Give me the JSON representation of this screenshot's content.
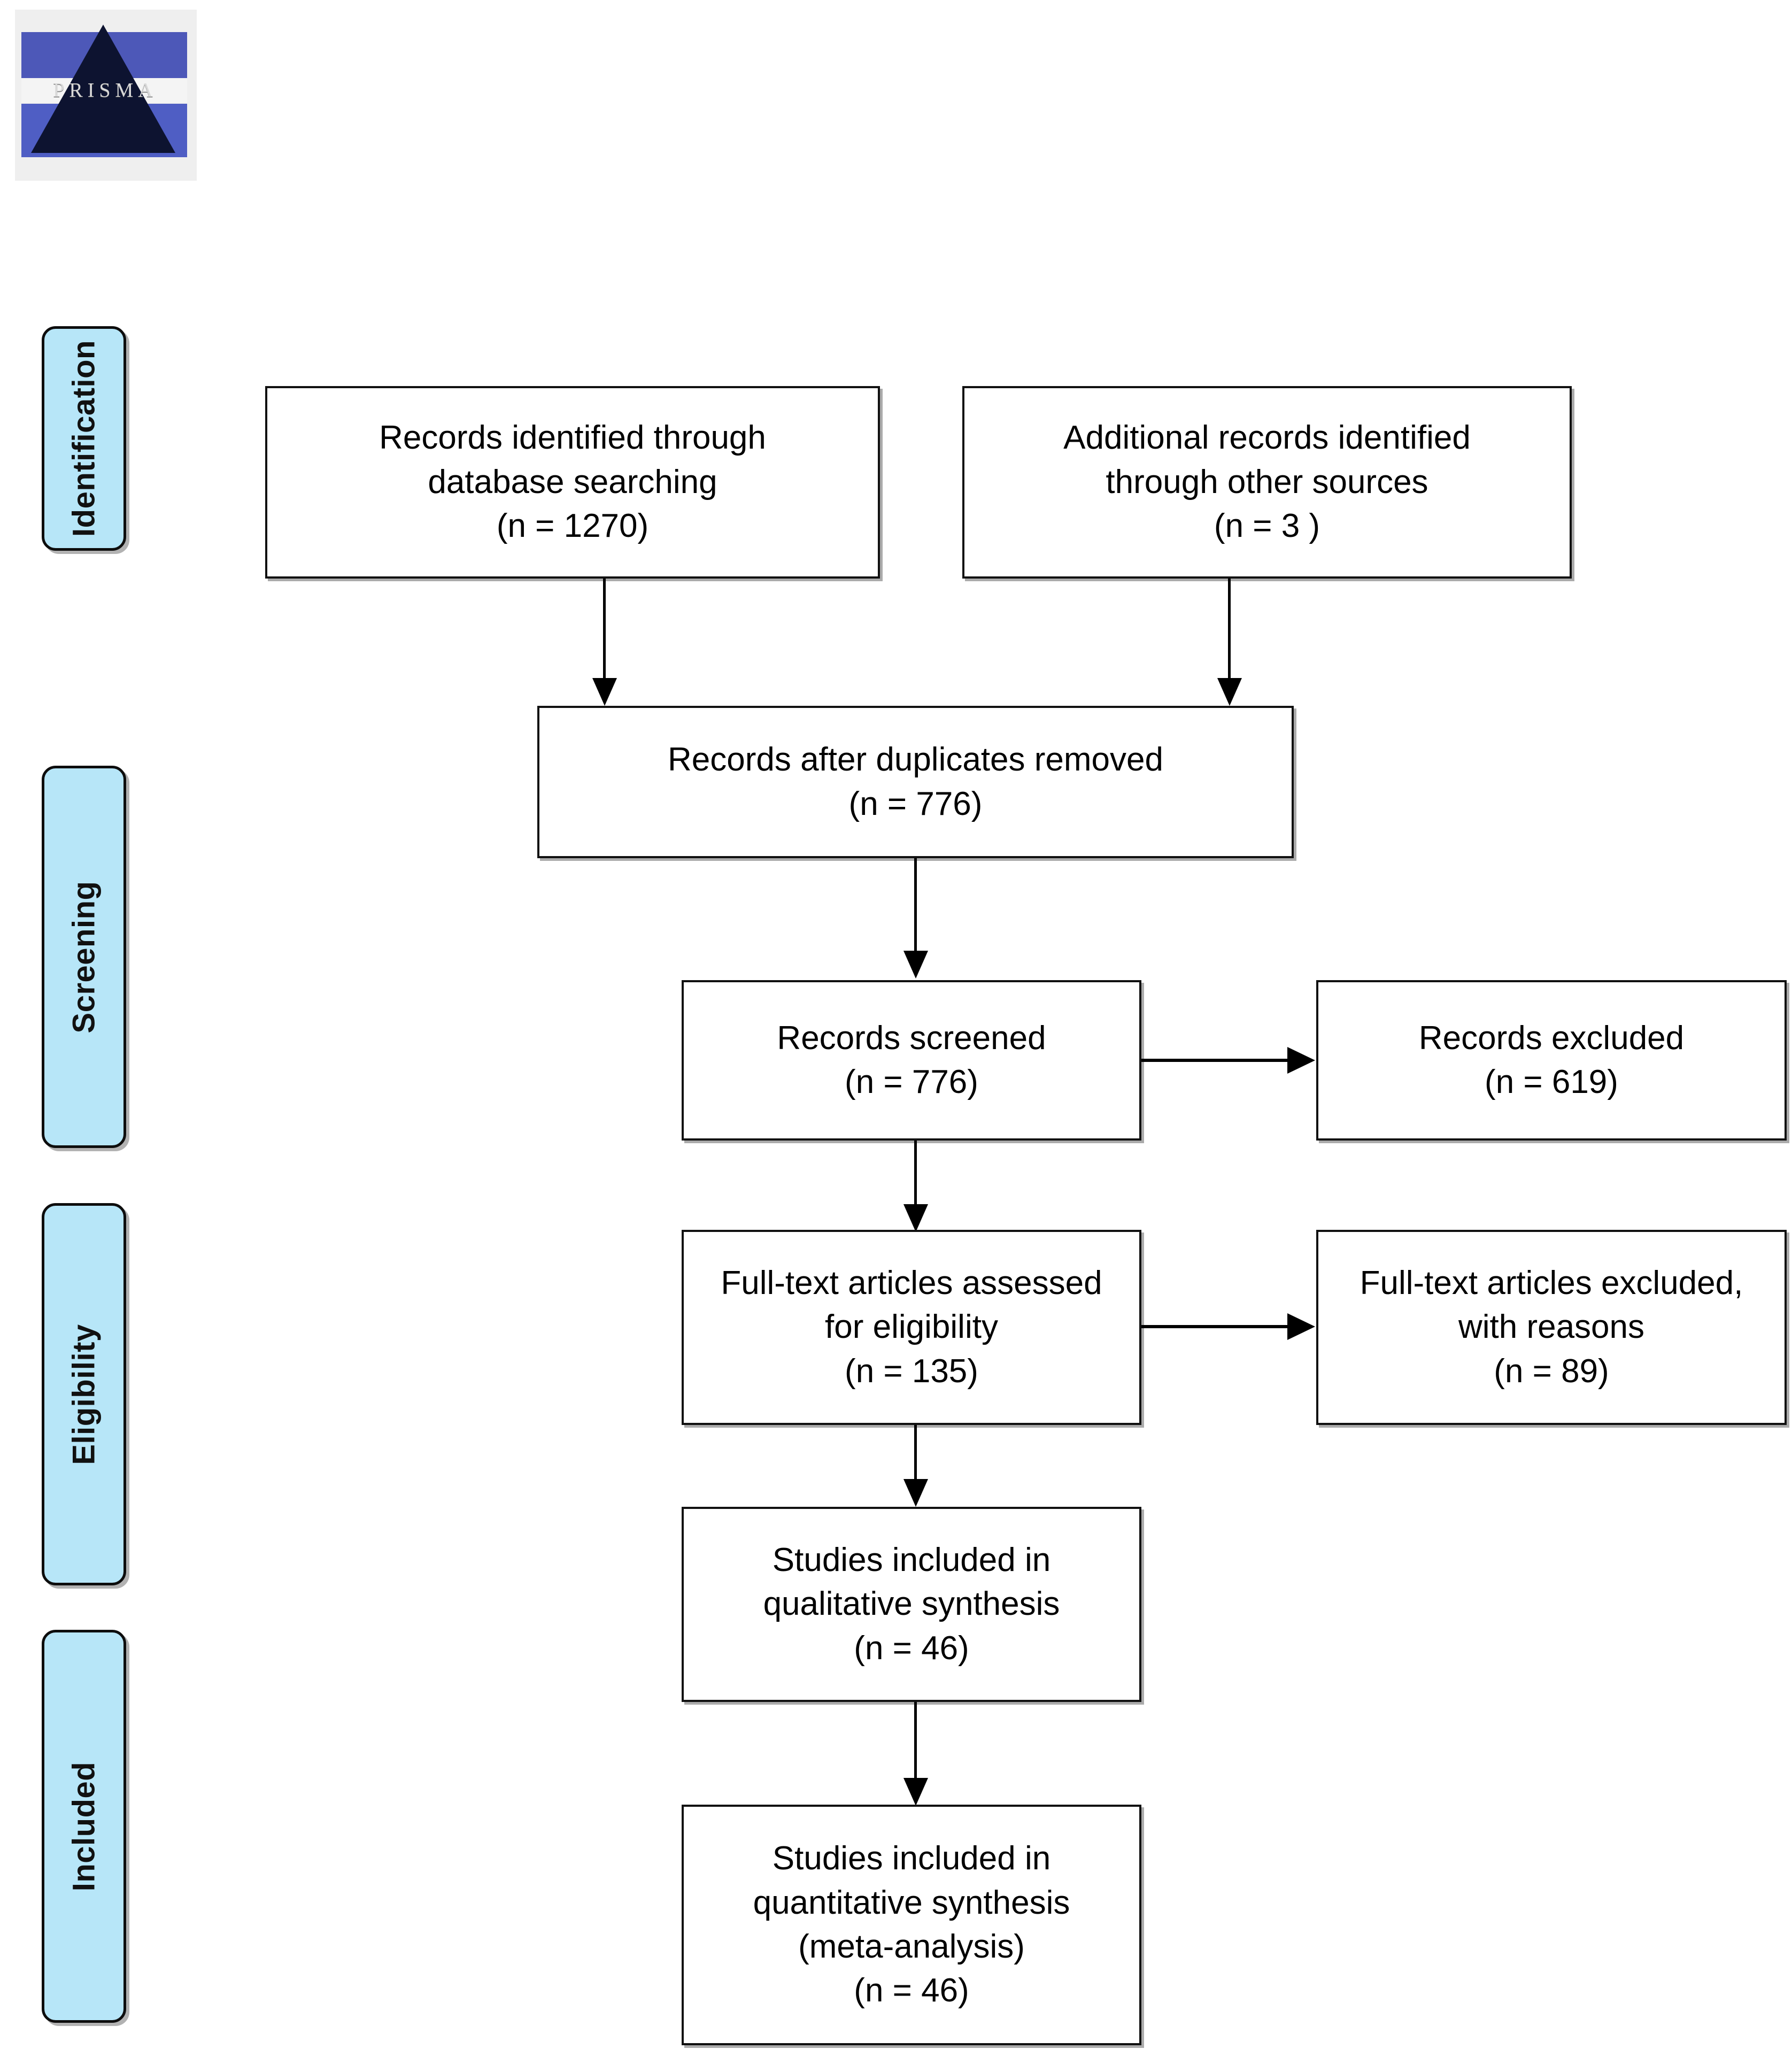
{
  "logo": {
    "name": "PRISMA",
    "wordmark": "PRISMA"
  },
  "stages": [
    {
      "id": "identification",
      "label": "Identification"
    },
    {
      "id": "screening",
      "label": "Screening"
    },
    {
      "id": "eligibility",
      "label": "Eligibility"
    },
    {
      "id": "included",
      "label": "Included"
    }
  ],
  "chart_data": {
    "type": "diagram",
    "title": "PRISMA flow diagram",
    "nodes": [
      {
        "id": "db-search",
        "stage": "identification",
        "lines": [
          "Records identified through",
          "database searching",
          "(n = 1270)"
        ],
        "n": 1270
      },
      {
        "id": "other-src",
        "stage": "identification",
        "lines": [
          "Additional records identified",
          "through other sources",
          "(n = 3 )"
        ],
        "n": 3
      },
      {
        "id": "dedup",
        "stage": "screening",
        "lines": [
          "Records after duplicates removed",
          "(n = 776)"
        ],
        "n": 776
      },
      {
        "id": "screened",
        "stage": "screening",
        "lines": [
          "Records screened",
          "(n = 776)"
        ],
        "n": 776
      },
      {
        "id": "rec-excl",
        "stage": "screening",
        "lines": [
          "Records excluded",
          "(n = 619)"
        ],
        "n": 619
      },
      {
        "id": "fulltext",
        "stage": "eligibility",
        "lines": [
          "Full-text articles assessed",
          "for eligibility",
          "(n = 135)"
        ],
        "n": 135
      },
      {
        "id": "ft-excl",
        "stage": "eligibility",
        "lines": [
          "Full-text articles excluded,",
          "with reasons",
          "(n = 89)"
        ],
        "n": 89
      },
      {
        "id": "qualitative",
        "stage": "included",
        "lines": [
          "Studies included in",
          "qualitative synthesis",
          "(n = 46)"
        ],
        "n": 46
      },
      {
        "id": "quantitative",
        "stage": "included",
        "lines": [
          "Studies included in",
          "quantitative synthesis",
          "(meta-analysis)",
          "(n = 46)"
        ],
        "n": 46
      }
    ],
    "edges": [
      {
        "from": "db-search",
        "to": "dedup",
        "direction": "down"
      },
      {
        "from": "other-src",
        "to": "dedup",
        "direction": "down"
      },
      {
        "from": "dedup",
        "to": "screened",
        "direction": "down"
      },
      {
        "from": "screened",
        "to": "rec-excl",
        "direction": "right"
      },
      {
        "from": "screened",
        "to": "fulltext",
        "direction": "down"
      },
      {
        "from": "fulltext",
        "to": "ft-excl",
        "direction": "right"
      },
      {
        "from": "fulltext",
        "to": "qualitative",
        "direction": "down"
      },
      {
        "from": "qualitative",
        "to": "quantitative",
        "direction": "down"
      }
    ],
    "colors": {
      "stage_fill": "#b7e6f8",
      "stage_border": "#0d0d0d",
      "box_fill": "#ffffff",
      "box_border": "#111111",
      "connector": "#000000"
    }
  },
  "boxes": {
    "db_search": {
      "l1": "Records identified through",
      "l2": "database searching",
      "l3": "(n = 1270)"
    },
    "other_src": {
      "l1": "Additional records identified",
      "l2": "through other sources",
      "l3": "(n = 3 )"
    },
    "dedup": {
      "l1": "Records after duplicates removed",
      "l2": "(n = 776)"
    },
    "screened": {
      "l1": "Records screened",
      "l2": "(n = 776)"
    },
    "rec_excl": {
      "l1": "Records excluded",
      "l2": "(n = 619)"
    },
    "fulltext": {
      "l1": "Full-text articles assessed",
      "l2": "for eligibility",
      "l3": "(n = 135)"
    },
    "ft_excl": {
      "l1": "Full-text articles excluded,",
      "l2": "with reasons",
      "l3": "(n = 89)"
    },
    "qualitative": {
      "l1": "Studies included in",
      "l2": "qualitative synthesis",
      "l3": "(n = 46)"
    },
    "quantitative": {
      "l1": "Studies included in",
      "l2": "quantitative synthesis",
      "l3": "(meta-analysis)",
      "l4": "(n = 46)"
    }
  }
}
